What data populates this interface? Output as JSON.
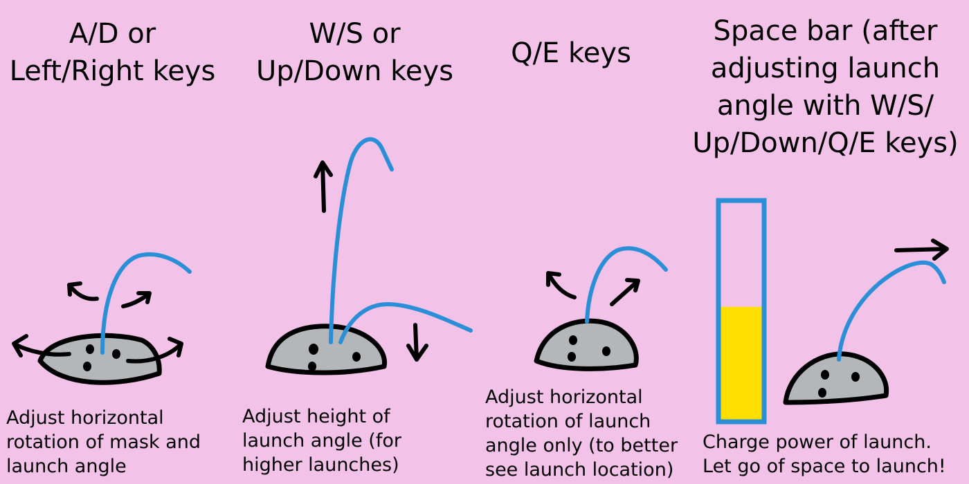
{
  "panels": [
    {
      "title": "A/D or\nLeft/Right keys",
      "description": "Adjust horizontal\nrotation of mask and\nlaunch angle"
    },
    {
      "title": "W/S or\nUp/Down keys",
      "description": "Adjust height of\nlaunch angle (for\nhigher launches)"
    },
    {
      "title": "Q/E keys",
      "description": "Adjust horizontal\nrotation of launch\nangle only (to better\nsee launch location)"
    },
    {
      "title": "Space bar (after\nadjusting launch\nangle with W/S/\nUp/Down/Q/E keys)",
      "description": "Charge power of launch.\nLet go of space to launch!"
    }
  ],
  "power_meter": {
    "charge_fraction": 0.52
  },
  "colors": {
    "background": "#f2c2e9",
    "trajectory": "#2a8fd6",
    "mound_fill": "#b4b7ba",
    "power_fill": "#ffdf00",
    "meter_border": "#2a8fd6"
  }
}
